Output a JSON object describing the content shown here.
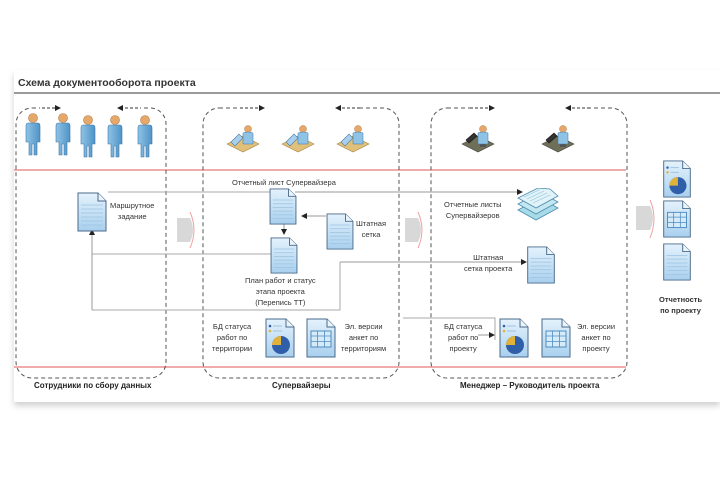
{
  "title": "Схема документооборота проекта",
  "lanes": [
    {
      "name": "Сотрудники по сбору данных",
      "icon": "person-icon",
      "count": 5
    },
    {
      "name": "Супервайзеры",
      "icon": "workstation-user-icon",
      "count": 3
    },
    {
      "name": "Менеджер – Руководитель проекта",
      "icon": "computer-user-icon",
      "count": 2
    }
  ],
  "documents": {
    "route_task": "Маршрутное\nзадание",
    "supervisor_report": "Отчетный лист Супервайзера",
    "staff_grid": "Штатная\nсетка",
    "work_plan": "План работ и статус\nэтапа проекта\n(Перепись ТТ)",
    "db_status_territory": "БД статуса\nработ по\nтерритории",
    "el_versions_territory": "Эл. версии\nанкет по\nтерриториям",
    "supervisor_reports": "Отчетные листы\nСупервайзеров",
    "project_staff_grid": "Штатная\nсетка проекта",
    "db_status_project": "БД статуса\nработ по\nпроекту",
    "el_versions_project": "Эл. версии\nанкет по\nпроекту",
    "project_reporting": "Отчетность\nпо проекту"
  },
  "colors": {
    "doc_fill": "#c9e3f6",
    "doc_stroke": "#4a6a8a",
    "swimline": "#e05a5a",
    "dash": "#555555",
    "pie_blue": "#2f5fa8",
    "pie_yellow": "#e0b23a",
    "arrow_fill": "#d8d8d8",
    "arrow_edge": "#f0a0a0"
  }
}
